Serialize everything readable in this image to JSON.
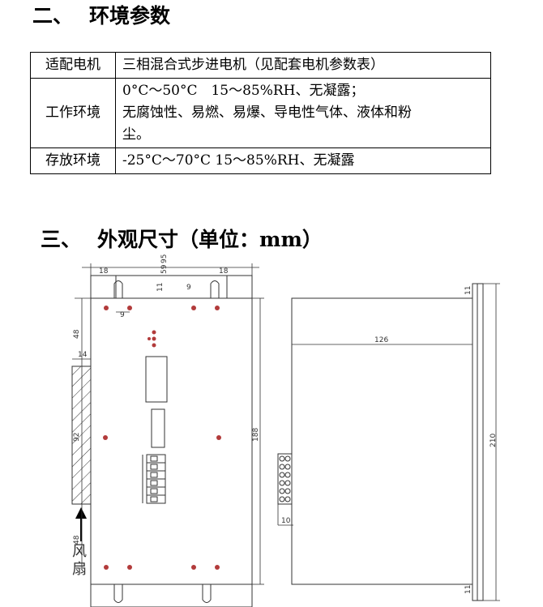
{
  "section2": {
    "num": "二、",
    "title": "环境参数"
  },
  "table": {
    "rows": [
      {
        "key": "适配电机",
        "lines": [
          "三相混合式步进电机（见配套电机参数表）"
        ]
      },
      {
        "key": "工作环境",
        "lines": [
          "0°C～50°C　15～85%RH、无凝露；",
          "无腐蚀性、易燃、易爆、导电性气体、液体和粉",
          "尘。"
        ]
      },
      {
        "key": "存放环境",
        "lines": [
          "-25°C～70°C 15～85%RH、无凝露"
        ]
      }
    ]
  },
  "section3": {
    "num": "三、",
    "title": "外观尺寸（单位：mm）"
  },
  "front_view": {
    "dims": {
      "top_width": "95",
      "inner_width": "59",
      "left_tab": "18",
      "right_tab": "18",
      "slot_height": "11",
      "slot_width": "9",
      "hole_offset": "9",
      "top_margin": "48",
      "fan_width": "14",
      "fan_height": "92",
      "bottom_margin": "48",
      "total_height": "188"
    },
    "fan_label_1": "风",
    "fan_label_2": "扇"
  },
  "side_view": {
    "dims": {
      "depth": "126",
      "total_height": "210",
      "flange_top": "11",
      "flange_bottom": "11",
      "connector_offset": "10"
    }
  }
}
